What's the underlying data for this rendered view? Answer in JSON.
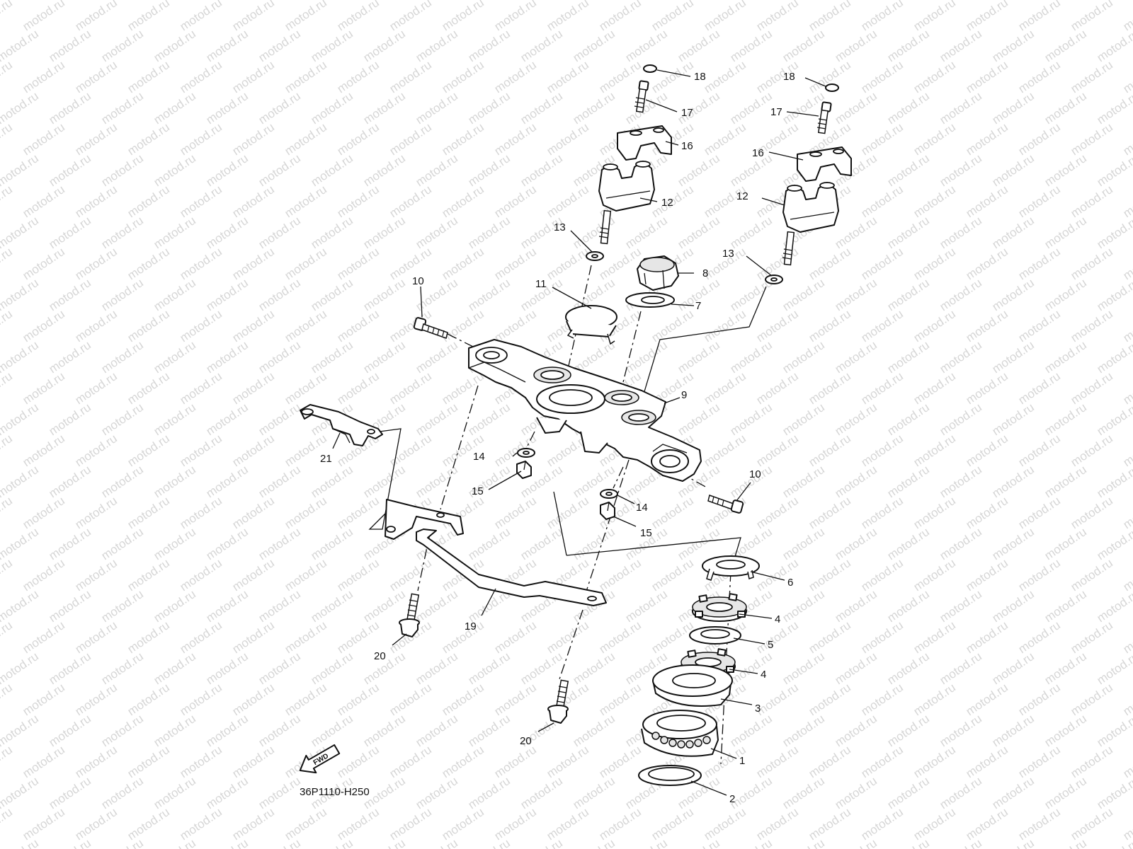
{
  "watermark": {
    "text": "motod.ru"
  },
  "callouts": {
    "c1": "1",
    "c2": "2",
    "c3": "3",
    "c4": "4",
    "c5": "5",
    "c6": "6",
    "c7": "7",
    "c8": "8",
    "c9": "9",
    "c10": "10",
    "c11": "11",
    "c12": "12",
    "c13": "13",
    "c14": "14",
    "c15": "15",
    "c16": "16",
    "c17": "17",
    "c18": "18",
    "c19": "19",
    "c20": "20",
    "c21": "21"
  },
  "fwd_label": "FWD",
  "diagram_code": "36P1110-H250"
}
